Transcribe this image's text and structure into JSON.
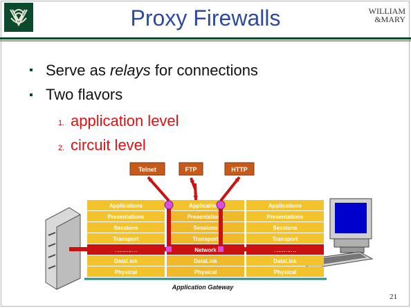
{
  "title": "Proxy Firewalls",
  "brand": {
    "line1": "WILLIAM",
    "line2": "&MARY",
    "accent": "#0b4a2d",
    "title_color": "#2e4a9e"
  },
  "bullets": [
    {
      "text_pre": "Serve as ",
      "text_em": "relays",
      "text_post": " for connections"
    },
    {
      "text": "Two flavors"
    }
  ],
  "sub_items": [
    {
      "number": "1.",
      "text": "application level"
    },
    {
      "number": "2.",
      "text": "circuit level"
    }
  ],
  "diagram": {
    "protocols": [
      "Telnet",
      "FTP",
      "HTTP"
    ],
    "layers": [
      "Applications",
      "Presentations",
      "Sessions",
      "Transport",
      "Network",
      "DataLink",
      "Physical"
    ],
    "caption": "Application Gateway",
    "stack_color": "#f2c32a",
    "link_color": "#cc1111",
    "node_color": "#d84fe0",
    "protocol_color": "#c75a1a"
  },
  "page_number": "21"
}
